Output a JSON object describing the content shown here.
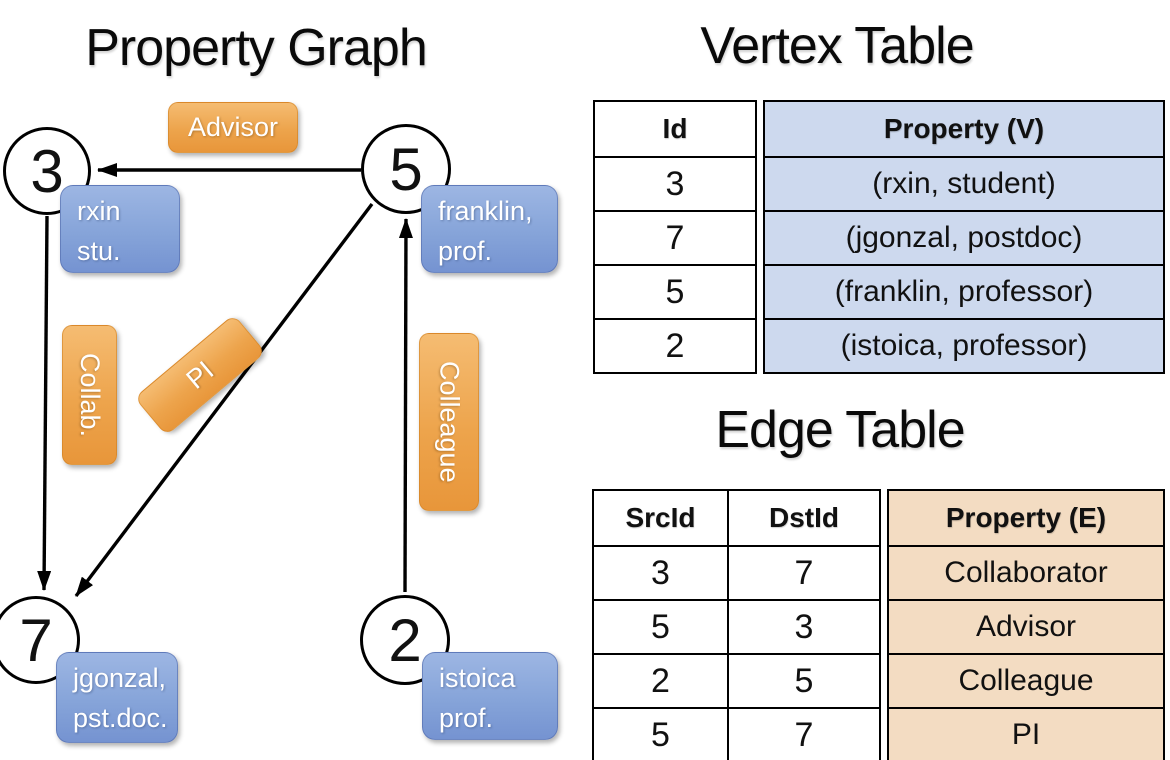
{
  "titles": {
    "graph": "Property Graph",
    "vertex": "Vertex Table",
    "edge": "Edge Table"
  },
  "colors": {
    "vertex_property_cell_bg": "#CDD9EE",
    "edge_property_cell_bg": "#F3DCC2",
    "edge_label_orange": "#EDA44C",
    "vertex_property_box_blue": "#86A4D9"
  },
  "graph": {
    "nodes": [
      {
        "id": "3",
        "property_lines": [
          "rxin",
          "stu."
        ]
      },
      {
        "id": "5",
        "property_lines": [
          "franklin,",
          "prof."
        ]
      },
      {
        "id": "7",
        "property_lines": [
          "jgonzal,",
          "pst.doc."
        ]
      },
      {
        "id": "2",
        "property_lines": [
          "istoica",
          "prof."
        ]
      }
    ],
    "edge_labels": {
      "advisor": "Advisor",
      "collab": "Collab.",
      "pi": "PI",
      "colleague": "Colleague"
    }
  },
  "vertex_table": {
    "headers": [
      "Id",
      "Property (V)"
    ],
    "rows": [
      [
        "3",
        "(rxin, student)"
      ],
      [
        "7",
        "(jgonzal, postdoc)"
      ],
      [
        "5",
        "(franklin, professor)"
      ],
      [
        "2",
        "(istoica, professor)"
      ]
    ]
  },
  "edge_table": {
    "headers": [
      "SrcId",
      "DstId",
      "Property (E)"
    ],
    "rows": [
      [
        "3",
        "7",
        "Collaborator"
      ],
      [
        "5",
        "3",
        "Advisor"
      ],
      [
        "2",
        "5",
        "Colleague"
      ],
      [
        "5",
        "7",
        "PI"
      ]
    ]
  }
}
